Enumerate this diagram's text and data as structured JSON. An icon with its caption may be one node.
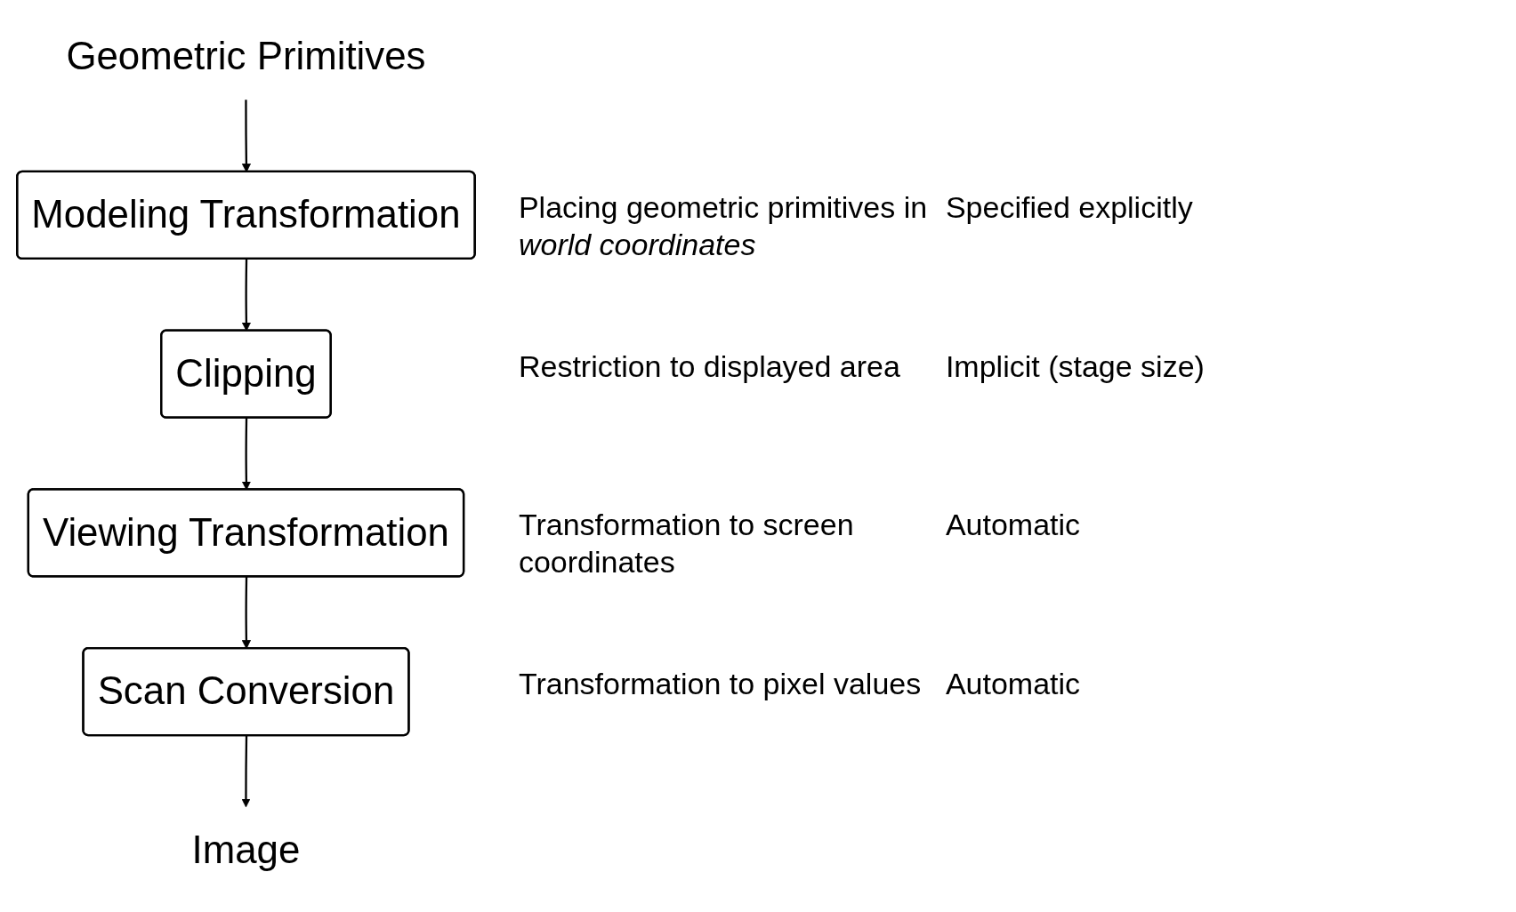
{
  "diagram": {
    "nodes": [
      {
        "text": [
          "Geometric Primitives"
        ]
      },
      {
        "text": [
          "Modeling Transformation"
        ],
        "beside": [
          "Placing geometric primitives in *world coordinates*",
          "Specified explicitly"
        ]
      },
      {
        "text": [
          "Clipping"
        ],
        "beside": [
          "Restriction to displayed area",
          "Implicit (stage size)"
        ]
      },
      {
        "text": [
          "Viewing Transformation"
        ],
        "beside": [
          "Transformation to screen coordinates",
          "Automatic"
        ]
      },
      {
        "text": [
          "Scan Conversion"
        ],
        "beside": [
          "Transformation to pixel values",
          "Automatic"
        ]
      },
      {
        "text": [
          "Image"
        ]
      }
    ],
    "edges": [
      {
        "from": 0,
        "to": 1,
        "arrow": "to"
      },
      {
        "from": 1,
        "to": 2,
        "arrow": "to"
      },
      {
        "from": 2,
        "to": 3,
        "arrow": "to"
      },
      {
        "from": 3,
        "to": 4,
        "arrow": "to"
      },
      {
        "from": 4,
        "to": 5,
        "arrow": "to"
      }
    ]
  }
}
